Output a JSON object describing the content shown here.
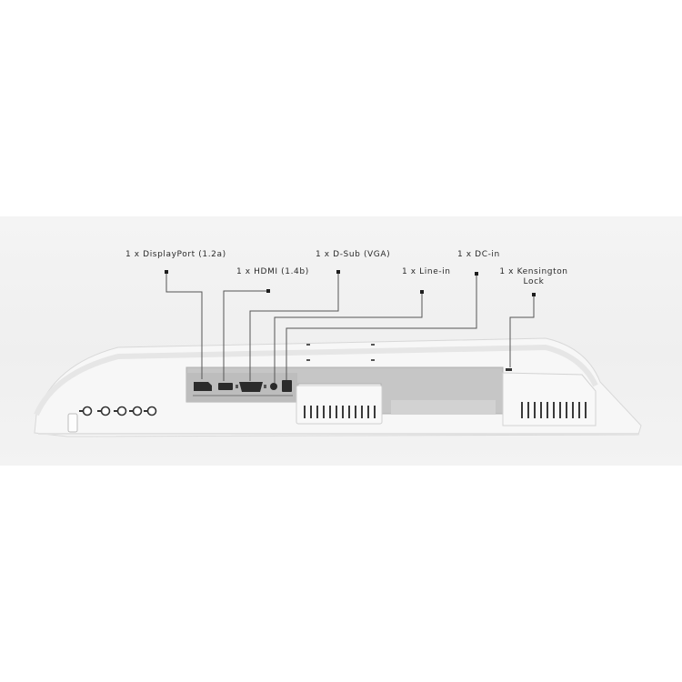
{
  "callouts": {
    "displayport": "1 x DisplayPort (1.2a)",
    "hdmi": "1 x HDMI (1.4b)",
    "dsub": "1 x D-Sub (VGA)",
    "linein": "1 x Line-in",
    "dcin": "1 x DC-in",
    "kensington_line1": "1 x Kensington",
    "kensington_line2": "Lock"
  },
  "colors": {
    "housing": "#f7f7f7",
    "housing_shadow": "#dcdcdc",
    "panel_recess": "#c4c4c4",
    "port": "#2b2b2b",
    "leader_line": "#555555",
    "text": "#2a2a2a"
  },
  "icons": {
    "button_row": "power-and-menu-buttons",
    "vent": "vent-slots"
  }
}
